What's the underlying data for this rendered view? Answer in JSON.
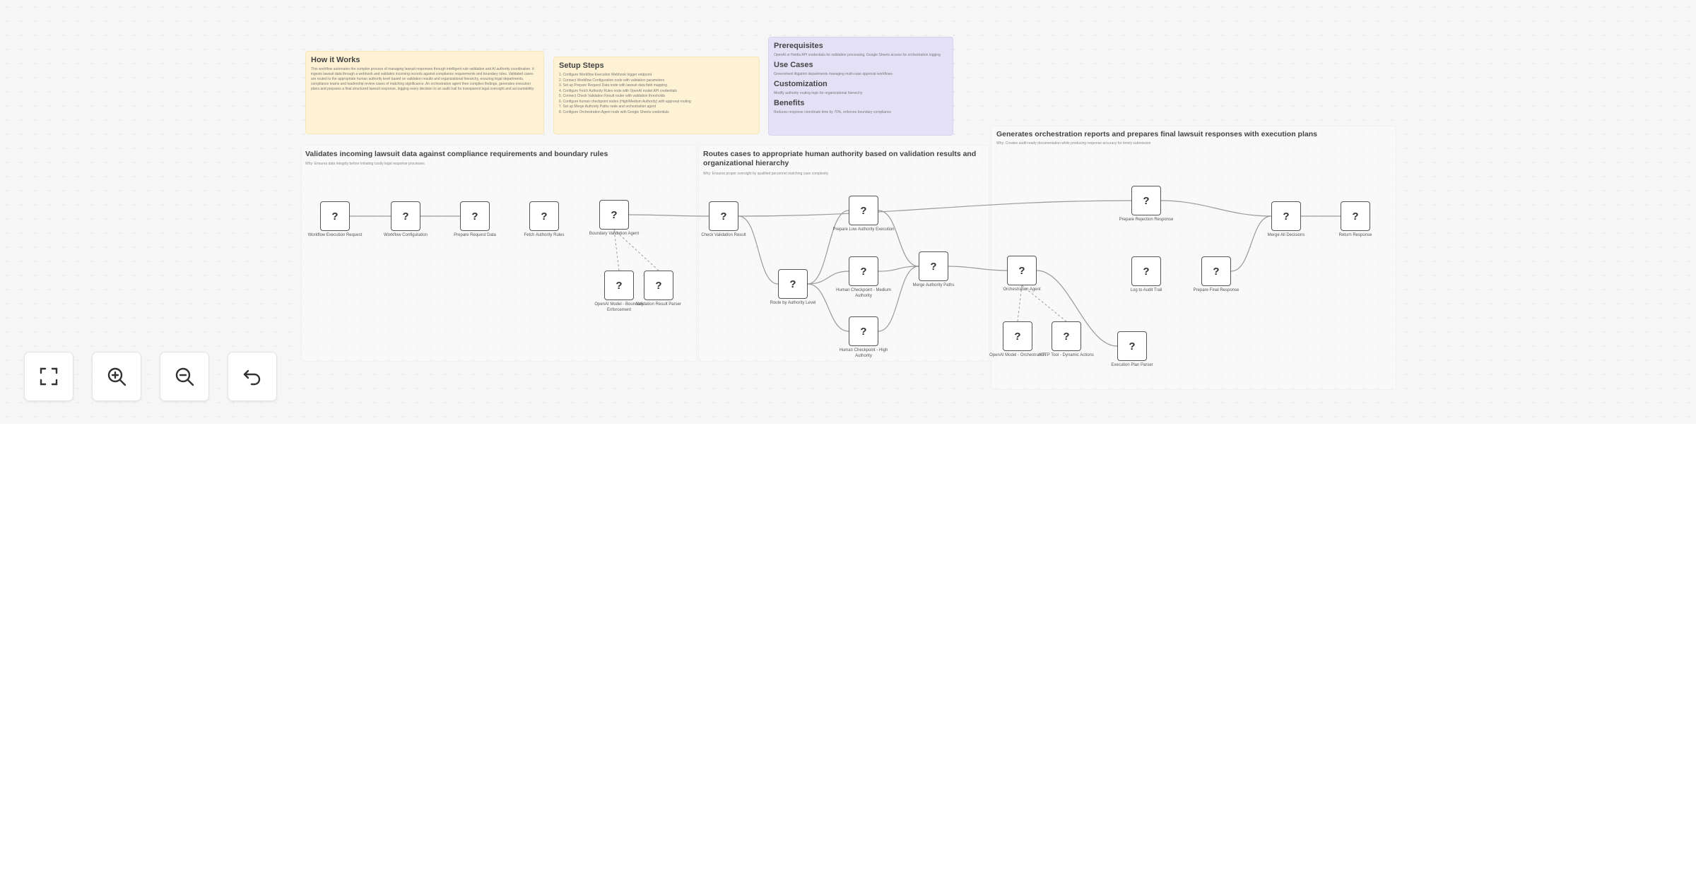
{
  "sticky_notes": {
    "how_it_works": {
      "title": "How it Works",
      "body": "This workflow automates the complex process of managing lawsuit responses through intelligent rule validation and AI authority coordination. It ingests lawsuit data through a webhook and validates incoming records against compliance requirements and boundary rules. Validated cases are routed to the appropriate human authority level based on validation results and organizational hierarchy, ensuring legal departments, compliance teams and leadership review cases of matching significance. An orchestration agent then compiles findings, generates execution plans and prepares a final structured lawsuit response, logging every decision to an audit trail for transparent legal oversight and accountability."
    },
    "setup_steps": {
      "title": "Setup Steps",
      "lines": [
        "1. Configure Workflow Execution Webhook trigger endpoint",
        "2. Connect Workflow Configuration node with validation parameters",
        "3. Set up Prepare Request Data node with lawsuit data field mapping",
        "4. Configure Fetch Authority Rules node with OpenAI model API credentials",
        "5. Connect Check Validation Result router with validation thresholds",
        "6. Configure human checkpoint nodes (High/Medium Authority) with approval routing",
        "7. Set up Merge Authority Paths node and orchestration agent",
        "8. Configure Orchestration Agent node with Google Sheets credentials"
      ]
    },
    "prerequisites": {
      "title": "Prerequisites",
      "body": "OpenAI or Nvidia API credentials for validation processing, Google Sheets access for orchestration logging",
      "use_cases_title": "Use Cases",
      "use_cases_body": "Government litigation departments managing multi-case approval workflows",
      "customization_title": "Customization",
      "customization_body": "Modify authority routing logic for organizational hierarchy",
      "benefits_title": "Benefits",
      "benefits_body": "Reduces response coordinate time by 70%, enforces boundary compliance"
    }
  },
  "groups": {
    "validation": {
      "title": "Validates incoming lawsuit data against compliance requirements and boundary rules",
      "why": "Why: Ensures data integrity before initiating costly legal response processes"
    },
    "routing": {
      "title": "Routes cases to appropriate human authority based on validation results and organizational hierarchy",
      "why": "Why: Ensures proper oversight by qualified personnel matching case complexity"
    },
    "orchestration": {
      "title": "Generates orchestration reports and prepares final lawsuit responses with execution plans",
      "why": "Why: Creates audit-ready documentation while producing response accuracy for timely submission"
    }
  },
  "nodes": [
    {
      "id": "n1",
      "icon": "?",
      "label": "Workflow Execution Request"
    },
    {
      "id": "n2",
      "icon": "?",
      "label": "Workflow Configuration"
    },
    {
      "id": "n3",
      "icon": "?",
      "label": "Prepare Request Data"
    },
    {
      "id": "n4",
      "icon": "?",
      "label": "Fetch Authority Rules"
    },
    {
      "id": "n5",
      "icon": "?",
      "label": "Boundary Validation Agent"
    },
    {
      "id": "n6",
      "icon": "?",
      "label": "OpenAI Model - Boundary Enforcement"
    },
    {
      "id": "n7",
      "icon": "?",
      "label": "Validation Result Parser"
    },
    {
      "id": "n8",
      "icon": "?",
      "label": "Check Validation Result"
    },
    {
      "id": "n9",
      "icon": "?",
      "label": "Route by Authority Level"
    },
    {
      "id": "n10",
      "icon": "?",
      "label": "Prepare Low Authority Execution"
    },
    {
      "id": "n11",
      "icon": "?",
      "label": "Human Checkpoint - Medium Authority"
    },
    {
      "id": "n12",
      "icon": "?",
      "label": "Human Checkpoint - High Authority"
    },
    {
      "id": "n13",
      "icon": "?",
      "label": "Merge Authority Paths"
    },
    {
      "id": "n14",
      "icon": "?",
      "label": "Orchestration Agent"
    },
    {
      "id": "n15",
      "icon": "?",
      "label": "OpenAI Model - Orchestration"
    },
    {
      "id": "n16",
      "icon": "?",
      "label": "HTTP Tool - Dynamic Actions"
    },
    {
      "id": "n17",
      "icon": "?",
      "label": "Execution Plan Parser"
    },
    {
      "id": "n18",
      "icon": "?",
      "label": "Prepare Rejection Response"
    },
    {
      "id": "n19",
      "icon": "?",
      "label": "Log to Audit Trail"
    },
    {
      "id": "n20",
      "icon": "?",
      "label": "Prepare Final Response"
    },
    {
      "id": "n21",
      "icon": "?",
      "label": "Merge All Decisions"
    },
    {
      "id": "n22",
      "icon": "?",
      "label": "Return Response"
    }
  ],
  "controls": {
    "fit_icon": "fullscreen-icon",
    "zoom_in_icon": "zoom-in-icon",
    "zoom_out_icon": "zoom-out-icon",
    "undo_icon": "undo-icon"
  },
  "colors": {
    "canvas": "#f6f6f7",
    "sticky_yellow": "#fdf2d4",
    "sticky_purple": "#e4e1f7",
    "node_border": "#555555",
    "edge": "#9a9a9a"
  }
}
